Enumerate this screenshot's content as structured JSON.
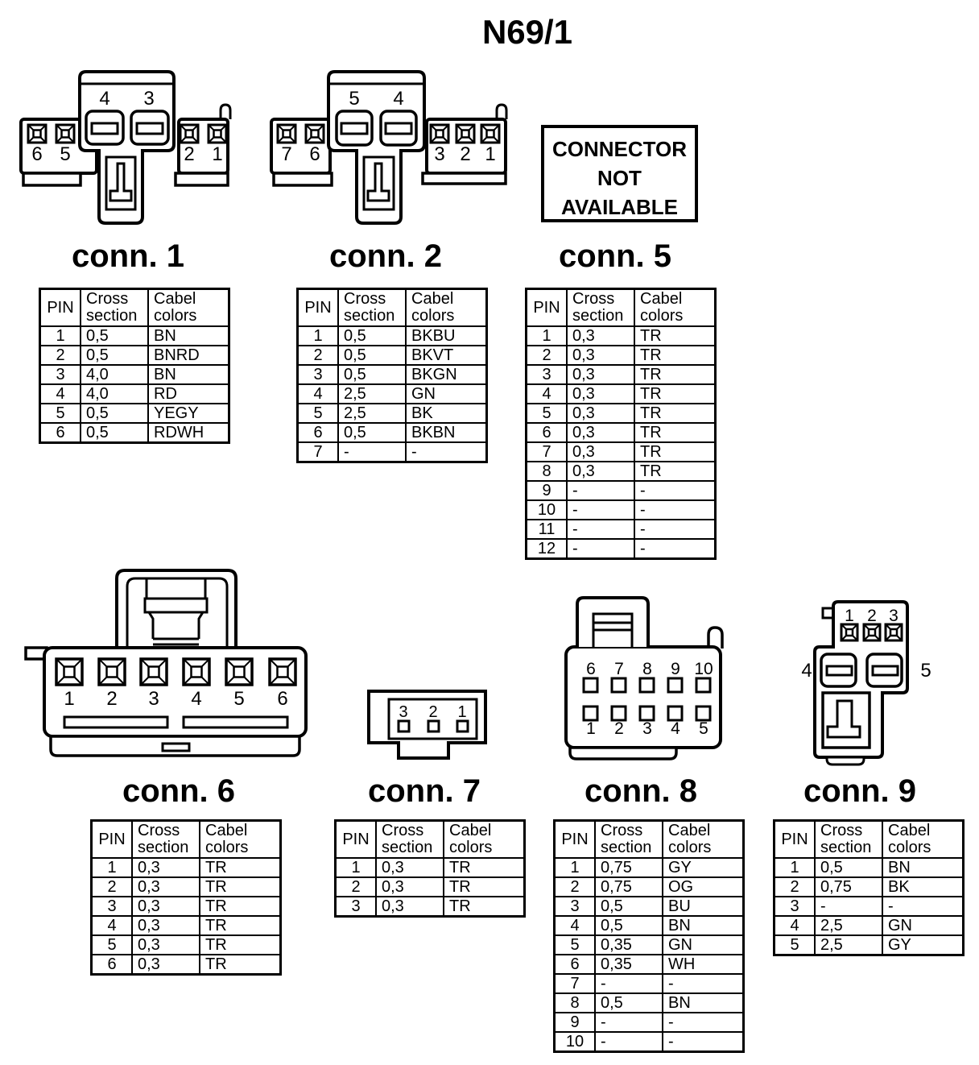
{
  "page_title": "N69/1",
  "table_headers": [
    "PIN",
    "Cross section",
    "Cabel colors"
  ],
  "connectors": [
    {
      "name": "conn1",
      "label": "conn. 1",
      "pin_labels": {
        "top": [
          "4",
          "3"
        ],
        "left": [
          "6",
          "5"
        ],
        "right": [
          "2",
          "1"
        ]
      },
      "rows": [
        [
          "1",
          "0,5",
          "BN"
        ],
        [
          "2",
          "0,5",
          "BNRD"
        ],
        [
          "3",
          "4,0",
          "BN"
        ],
        [
          "4",
          "4,0",
          "RD"
        ],
        [
          "5",
          "0,5",
          "YEGY"
        ],
        [
          "6",
          "0,5",
          "RDWH"
        ]
      ]
    },
    {
      "name": "conn2",
      "label": "conn. 2",
      "pin_labels": {
        "top": [
          "5",
          "4"
        ],
        "left": [
          "7",
          "6"
        ],
        "right": [
          "3",
          "2",
          "1"
        ]
      },
      "rows": [
        [
          "1",
          "0,5",
          "BKBU"
        ],
        [
          "2",
          "0,5",
          "BKVT"
        ],
        [
          "3",
          "0,5",
          "BKGN"
        ],
        [
          "4",
          "2,5",
          "GN"
        ],
        [
          "5",
          "2,5",
          "BK"
        ],
        [
          "6",
          "0,5",
          "BKBN"
        ],
        [
          "7",
          "-",
          "-"
        ]
      ]
    },
    {
      "name": "conn5",
      "label": "conn. 5",
      "notice_lines": [
        "CONNECTOR",
        "NOT",
        "AVAILABLE"
      ],
      "rows": [
        [
          "1",
          "0,3",
          "TR"
        ],
        [
          "2",
          "0,3",
          "TR"
        ],
        [
          "3",
          "0,3",
          "TR"
        ],
        [
          "4",
          "0,3",
          "TR"
        ],
        [
          "5",
          "0,3",
          "TR"
        ],
        [
          "6",
          "0,3",
          "TR"
        ],
        [
          "7",
          "0,3",
          "TR"
        ],
        [
          "8",
          "0,3",
          "TR"
        ],
        [
          "9",
          "-",
          "-"
        ],
        [
          "10",
          "-",
          "-"
        ],
        [
          "11",
          "-",
          "-"
        ],
        [
          "12",
          "-",
          "-"
        ]
      ]
    },
    {
      "name": "conn6",
      "label": "conn. 6",
      "pin_labels": {
        "bottom": [
          "1",
          "2",
          "3",
          "4",
          "5",
          "6"
        ]
      },
      "rows": [
        [
          "1",
          "0,3",
          "TR"
        ],
        [
          "2",
          "0,3",
          "TR"
        ],
        [
          "3",
          "0,3",
          "TR"
        ],
        [
          "4",
          "0,3",
          "TR"
        ],
        [
          "5",
          "0,3",
          "TR"
        ],
        [
          "6",
          "0,3",
          "TR"
        ]
      ]
    },
    {
      "name": "conn7",
      "label": "conn. 7",
      "pin_labels": {
        "top": [
          "3",
          "2",
          "1"
        ]
      },
      "rows": [
        [
          "1",
          "0,3",
          "TR"
        ],
        [
          "2",
          "0,3",
          "TR"
        ],
        [
          "3",
          "0,3",
          "TR"
        ]
      ]
    },
    {
      "name": "conn8",
      "label": "conn. 8",
      "pin_labels": {
        "top": [
          "6",
          "7",
          "8",
          "9",
          "10"
        ],
        "bottom": [
          "1",
          "2",
          "3",
          "4",
          "5"
        ]
      },
      "rows": [
        [
          "1",
          "0,75",
          "GY"
        ],
        [
          "2",
          "0,75",
          "OG"
        ],
        [
          "3",
          "0,5",
          "BU"
        ],
        [
          "4",
          "0,5",
          "BN"
        ],
        [
          "5",
          "0,35",
          "GN"
        ],
        [
          "6",
          "0,35",
          "WH"
        ],
        [
          "7",
          "-",
          "-"
        ],
        [
          "8",
          "0,5",
          "BN"
        ],
        [
          "9",
          "-",
          "-"
        ],
        [
          "10",
          "-",
          "-"
        ]
      ]
    },
    {
      "name": "conn9",
      "label": "conn. 9",
      "pin_labels": {
        "top": [
          "1",
          "2",
          "3"
        ],
        "left": [
          "4"
        ],
        "right": [
          "5"
        ]
      },
      "rows": [
        [
          "1",
          "0,5",
          "BN"
        ],
        [
          "2",
          "0,75",
          "BK"
        ],
        [
          "3",
          "-",
          "-"
        ],
        [
          "4",
          "2,5",
          "GN"
        ],
        [
          "5",
          "2,5",
          "GY"
        ]
      ]
    }
  ]
}
